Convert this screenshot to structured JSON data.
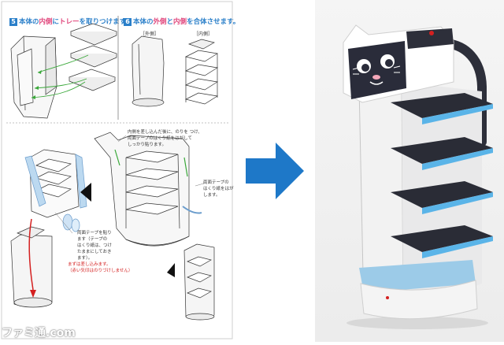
{
  "manual": {
    "step5": {
      "number": "5",
      "title_part1": "本体の",
      "title_part2": "内側",
      "title_part3": "に",
      "title_part4": "トレー",
      "title_part5": "を取りつけます。"
    },
    "step6": {
      "number": "6",
      "title_part1": "本体の",
      "title_part2": "外側",
      "title_part3": "と",
      "title_part4": "内側",
      "title_part5": "を合体させます。",
      "label_outer": "［外側］",
      "label_inner": "［内側］"
    },
    "note_tape_top": [
      "内側を差し込んだ後に、のりを つけ、",
      "両面テープのはくり紙をはがして",
      "しっかり貼ります。"
    ],
    "note_peel": [
      "両面テープの",
      "はくり紙をはが",
      "します。"
    ],
    "note_tape_left": [
      "両面テープを貼り",
      "ます（テープの",
      "はくり紙は、つけ",
      "たままにしておき",
      "ます）。"
    ],
    "note_red": [
      "まずは差し込みます。",
      "（赤い矢印はのりづけしません）"
    ]
  },
  "watermark": "ファミ通.com",
  "colors": {
    "accent_blue": "#2a7fc9",
    "accent_pink": "#e0457b",
    "arrow_blue": "#1e78c8",
    "red_arrow": "#d42020",
    "green_arrow": "#3aa83a",
    "robot_glow": "#5ab4e8"
  }
}
